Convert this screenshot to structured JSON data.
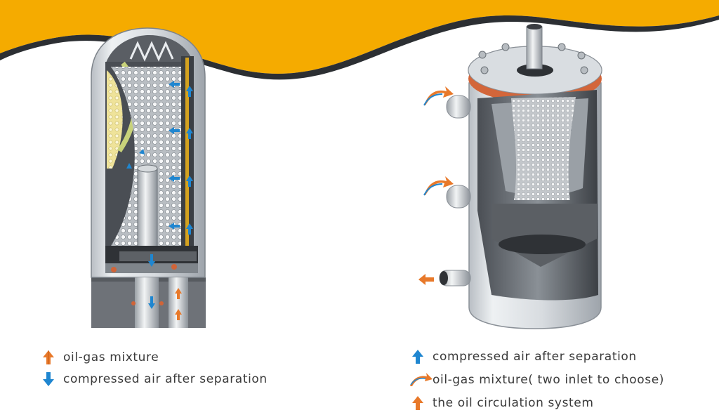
{
  "colors": {
    "banner": "#f5ab00",
    "oil_arrow": "#e8792a",
    "air_arrow": "#1f86d0",
    "metal_light": "#e6e9ec",
    "metal_dark": "#3e4146",
    "base_block": "#6e7278"
  },
  "legend_left": [
    {
      "icon": "orange-up-arrow-icon",
      "label": "oil-gas mixture"
    },
    {
      "icon": "blue-down-arrow-icon",
      "label": "compressed air after separation"
    }
  ],
  "legend_right": [
    {
      "icon": "blue-up-arrow-icon",
      "label": "compressed air after separation"
    },
    {
      "icon": "orange-curved-arrow-icon",
      "label": "oil-gas mixture( two inlet  to choose)"
    },
    {
      "icon": "orange-up-arrow-icon",
      "label": "the oil circulation system"
    }
  ]
}
